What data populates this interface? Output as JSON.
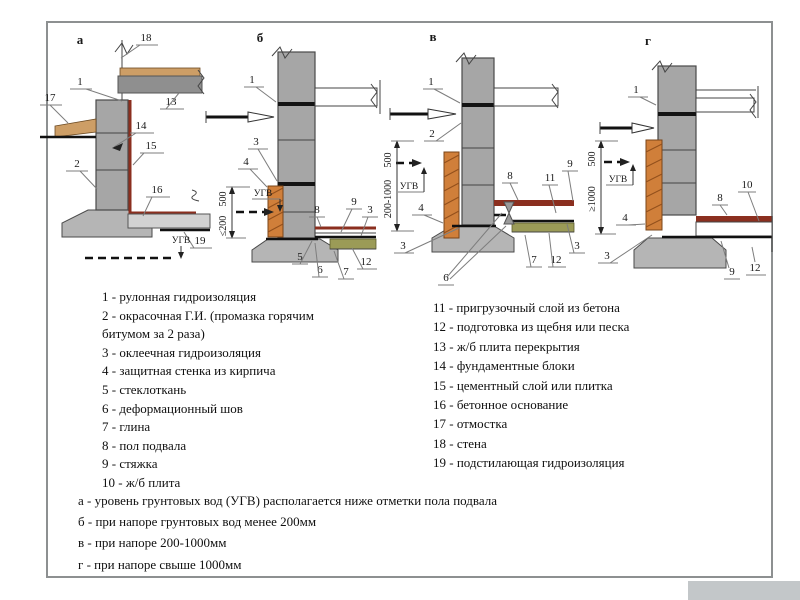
{
  "slide": {
    "background": "#ffffff",
    "frame_border": "#8d9091"
  },
  "panels": {
    "a": {
      "label": "а",
      "ugv": "УГВ",
      "callouts": {
        "n1": "1",
        "n2": "2",
        "n13": "13",
        "n14": "14",
        "n15": "15",
        "n16": "16",
        "n17": "17",
        "n18": "18",
        "n19": "19"
      }
    },
    "b": {
      "label": "б",
      "ugv": "УГВ",
      "dim_upper": "500",
      "dim_lower": "≤200",
      "callouts": {
        "n1": "1",
        "n3": "3",
        "n3b": "3",
        "n4": "4",
        "n5": "5",
        "n6": "6",
        "n7": "7",
        "n8": "8",
        "n9": "9",
        "n12": "12"
      }
    },
    "v": {
      "label": "в",
      "ugv": "УГВ",
      "dim_upper": "500",
      "dim_lower": "200-1000",
      "callouts": {
        "n1": "1",
        "n2": "2",
        "n3": "3",
        "n3b": "3",
        "n4": "4",
        "n6": "6",
        "n7": "7",
        "n8": "8",
        "n9": "9",
        "n11": "11",
        "n12": "12"
      }
    },
    "g": {
      "label": "г",
      "ugv": "УГВ",
      "dim_upper": "500",
      "dim_lower": "≥1000",
      "callouts": {
        "n1": "1",
        "n3": "3",
        "n4": "4",
        "n8": "8",
        "n9": "9",
        "n10": "10",
        "n12": "12"
      }
    }
  },
  "legend": {
    "left": [
      "1 - рулонная гидроизоляция",
      "2 - окрасочная Г.И. (промазка горячим битумом за 2 раза)",
      "3 - оклеечная гидроизоляция",
      "4 - защитная стенка из кирпича",
      "5 - стеклоткань",
      "6 - деформационный шов",
      "7 - глина",
      "8 - пол подвала",
      "9 - стяжка",
      "10 - ж/б плита"
    ],
    "right": [
      "11 - пригрузочный слой из бетона",
      "12 - подготовка из щебня или песка",
      "13 - ж/б плита перекрытия",
      "14 - фундаментные блоки",
      "15 - цементный слой или плитка",
      "16 - бетонное основание",
      "17 - отмостка",
      "18 - стена",
      "19 - подстилающая гидроизоляция"
    ]
  },
  "notes": [
    "а - уровень грунтовых вод (УГВ) располагается ниже отметки пола подвала",
    "б - при напоре грунтовых вод менее 200мм",
    "в - при напоре 200-1000мм",
    "г - при напоре свыше 1000мм"
  ],
  "colors": {
    "waterproofing_red": "#8b2f1f",
    "brick_orange": "#d07f3a",
    "concrete_gray": "#a6a6a6",
    "footing_gray": "#b5b5b5",
    "earth_tan": "#cd9e66",
    "gravel_olive": "#9b9b57",
    "frame_gray": "#8d9091"
  }
}
